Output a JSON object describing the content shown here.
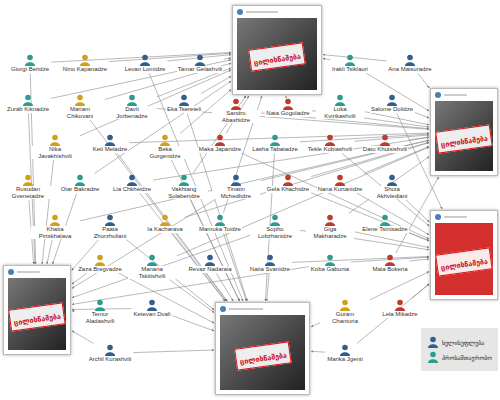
{
  "diagram": {
    "nodes": [
      {
        "text": [
          "ცილისწამება"
        ]
      },
      {
        "text": [
          "ცილისწამება"
        ]
      },
      {
        "text": [
          "ცილისწამება"
        ]
      },
      {
        "text": [
          "ცილისწამება"
        ]
      },
      {
        "text": [
          "ცილისწამება"
        ]
      },
      {
        "text": [
          "Giorgi Beridze"
        ]
      },
      {
        "text": [
          "Nino Kapanadze"
        ]
      },
      {
        "text": [
          "Levan Lomidze"
        ]
      },
      {
        "text": [
          "Tamar Gelashvili"
        ]
      },
      {
        "text": [
          "Irakli Tsiklauri"
        ]
      },
      {
        "text": [
          "Ana Maisuradze"
        ]
      },
      {
        "text": [
          "Zurab Kiknadze"
        ]
      },
      {
        "text": [
          "Mariam Chikovani"
        ]
      },
      {
        "text": [
          "Davit Jorbenadze"
        ]
      },
      {
        "text": [
          "Eka Tsereteli"
        ]
      },
      {
        "text": [
          "Sandro Abashidze"
        ]
      },
      {
        "text": [
          "Nata Gogoladze"
        ]
      },
      {
        "text": [
          "Luka Kvirikashvili"
        ]
      },
      {
        "text": [
          "Salome Dolidze"
        ]
      },
      {
        "text": [
          "Nika Javakhishvili"
        ]
      },
      {
        "text": [
          "Keti Meladze"
        ]
      },
      {
        "text": [
          "Beka Gurgenidze"
        ]
      },
      {
        "text": [
          "Maka Japaridze"
        ]
      },
      {
        "text": [
          "Lasha Tabatadze"
        ]
      },
      {
        "text": [
          "Tekle Kobiashvili"
        ]
      },
      {
        "text": [
          "Dato Khutsishvili"
        ]
      },
      {
        "text": [
          "Rusudan Gvenetadze"
        ]
      },
      {
        "text": [
          "Otar Bakradze"
        ]
      },
      {
        "text": [
          "Lia Chkheidze"
        ]
      },
      {
        "text": [
          "Vakhtang Sulaberidze"
        ]
      },
      {
        "text": [
          "Tinatin Mchedlidze"
        ]
      },
      {
        "text": [
          "Gela Khachidze"
        ]
      },
      {
        "text": [
          "Nana Kurtanidze"
        ]
      },
      {
        "text": [
          "Shota Akhvlediani"
        ]
      },
      {
        "text": [
          "Khatia Pirtskhalava"
        ]
      },
      {
        "text": [
          "Paata Zhorzholiani"
        ]
      },
      {
        "text": [
          "Ia Kacharava"
        ]
      },
      {
        "text": [
          "Mamuka Toidze"
        ]
      },
      {
        "text": [
          "Sopho Lobzhanidze"
        ]
      },
      {
        "text": [
          "Giga Makharadze"
        ]
      },
      {
        "text": [
          "Elene Tsintsadze"
        ]
      },
      {
        "text": [
          "Zaza Bregvadze"
        ]
      },
      {
        "text": [
          "Manana Tskitishvili"
        ]
      },
      {
        "text": [
          "Revaz Nadaraia"
        ]
      },
      {
        "text": [
          "Natia Svanidze"
        ]
      },
      {
        "text": [
          "Koba Gabunia"
        ]
      },
      {
        "text": [
          "Maia Bokeria"
        ]
      },
      {
        "text": [
          "Temur Aladashvili"
        ]
      },
      {
        "text": [
          "Ketevan Dvali"
        ]
      },
      {
        "text": [
          "Guram Chanturia"
        ]
      },
      {
        "text": [
          "Lela Mikadze"
        ]
      },
      {
        "text": [
          "Archil Kurashvili"
        ]
      },
      {
        "text": [
          "Marika Jgenti"
        ]
      }
    ],
    "edges": [
      {
        "from": 5,
        "to": 0,
        "arrow": "to"
      },
      {
        "from": 5,
        "to": 3,
        "arrow": "to"
      },
      {
        "from": 6,
        "to": 0,
        "arrow": "to"
      },
      {
        "from": 7,
        "to": 0,
        "arrow": "to"
      },
      {
        "from": 7,
        "to": 4,
        "arrow": "to"
      },
      {
        "from": 8,
        "to": 0,
        "arrow": "to"
      },
      {
        "from": 9,
        "to": 0,
        "arrow": "to"
      },
      {
        "from": 9,
        "to": 1,
        "arrow": "to"
      },
      {
        "from": 10,
        "to": 1,
        "arrow": "to"
      },
      {
        "from": 10,
        "to": 0,
        "arrow": "to"
      },
      {
        "from": 11,
        "to": 0,
        "arrow": "to"
      },
      {
        "from": 11,
        "to": 3,
        "arrow": "to"
      },
      {
        "from": 12,
        "to": 0,
        "arrow": "to"
      },
      {
        "from": 12,
        "to": 4,
        "arrow": "to"
      },
      {
        "from": 13,
        "to": 0,
        "arrow": "to"
      },
      {
        "from": 13,
        "to": 1,
        "arrow": "to"
      },
      {
        "from": 14,
        "to": 0,
        "arrow": "to"
      },
      {
        "from": 14,
        "to": 4,
        "arrow": "to"
      },
      {
        "from": 15,
        "to": 0,
        "arrow": "to"
      },
      {
        "from": 15,
        "to": 1,
        "arrow": "to"
      },
      {
        "from": 16,
        "to": 1,
        "arrow": "to"
      },
      {
        "from": 16,
        "to": 0,
        "arrow": "to"
      },
      {
        "from": 17,
        "to": 1,
        "arrow": "to"
      },
      {
        "from": 18,
        "to": 1,
        "arrow": "to"
      },
      {
        "from": 18,
        "to": 2,
        "arrow": "to"
      },
      {
        "from": 19,
        "to": 3,
        "arrow": "to"
      },
      {
        "from": 19,
        "to": 0,
        "arrow": "to"
      },
      {
        "from": 20,
        "to": 1,
        "arrow": "to"
      },
      {
        "from": 20,
        "to": 4,
        "arrow": "to"
      },
      {
        "from": 21,
        "to": 0,
        "arrow": "to"
      },
      {
        "from": 21,
        "to": 4,
        "arrow": "to"
      },
      {
        "from": 22,
        "to": 0,
        "arrow": "to"
      },
      {
        "from": 22,
        "to": 2,
        "arrow": "to"
      },
      {
        "from": 23,
        "to": 1,
        "arrow": "to"
      },
      {
        "from": 23,
        "to": 4,
        "arrow": "to"
      },
      {
        "from": 24,
        "to": 1,
        "arrow": "to"
      },
      {
        "from": 24,
        "to": 2,
        "arrow": "to"
      },
      {
        "from": 25,
        "to": 1,
        "arrow": "to"
      },
      {
        "from": 26,
        "to": 3,
        "arrow": "to"
      },
      {
        "from": 27,
        "to": 3,
        "arrow": "to"
      },
      {
        "from": 27,
        "to": 0,
        "arrow": "to"
      },
      {
        "from": 28,
        "to": 4,
        "arrow": "to"
      },
      {
        "from": 28,
        "to": 1,
        "arrow": "to"
      },
      {
        "from": 29,
        "to": 0,
        "arrow": "to"
      },
      {
        "from": 29,
        "to": 4,
        "arrow": "to"
      },
      {
        "from": 30,
        "to": 1,
        "arrow": "to"
      },
      {
        "from": 30,
        "to": 3,
        "arrow": "to"
      },
      {
        "from": 31,
        "to": 1,
        "arrow": "to"
      },
      {
        "from": 31,
        "to": 2,
        "arrow": "to"
      },
      {
        "from": 32,
        "to": 1,
        "arrow": "to"
      },
      {
        "from": 32,
        "to": 2,
        "arrow": "to"
      },
      {
        "from": 33,
        "to": 2,
        "arrow": "to"
      },
      {
        "from": 34,
        "to": 3,
        "arrow": "to"
      },
      {
        "from": 34,
        "to": 1,
        "arrow": "to"
      },
      {
        "from": 35,
        "to": 3,
        "arrow": "to"
      },
      {
        "from": 35,
        "to": 4,
        "arrow": "to"
      },
      {
        "from": 36,
        "to": 4,
        "arrow": "to"
      },
      {
        "from": 36,
        "to": 1,
        "arrow": "to"
      },
      {
        "from": 37,
        "to": 4,
        "arrow": "to"
      },
      {
        "from": 37,
        "to": 0,
        "arrow": "to"
      },
      {
        "from": 38,
        "to": 2,
        "arrow": "to"
      },
      {
        "from": 38,
        "to": 3,
        "arrow": "to"
      },
      {
        "from": 39,
        "to": 2,
        "arrow": "to"
      },
      {
        "from": 39,
        "to": 1,
        "arrow": "to"
      },
      {
        "from": 40,
        "to": 2,
        "arrow": "to"
      },
      {
        "from": 41,
        "to": 3,
        "arrow": "to"
      },
      {
        "from": 41,
        "to": 4,
        "arrow": "to"
      },
      {
        "from": 42,
        "to": 4,
        "arrow": "to"
      },
      {
        "from": 42,
        "to": 1,
        "arrow": "to"
      },
      {
        "from": 43,
        "to": 4,
        "arrow": "to"
      },
      {
        "from": 44,
        "to": 4,
        "arrow": "to"
      },
      {
        "from": 44,
        "to": 2,
        "arrow": "to"
      },
      {
        "from": 45,
        "to": 2,
        "arrow": "to"
      },
      {
        "from": 45,
        "to": 3,
        "arrow": "to"
      },
      {
        "from": 46,
        "to": 2,
        "arrow": "to"
      },
      {
        "from": 46,
        "to": 1,
        "arrow": "to"
      },
      {
        "from": 47,
        "to": 3,
        "arrow": "to"
      },
      {
        "from": 48,
        "to": 4,
        "arrow": "to"
      },
      {
        "from": 48,
        "to": 3,
        "arrow": "to"
      },
      {
        "from": 49,
        "to": 4,
        "arrow": "to"
      },
      {
        "from": 49,
        "to": 2,
        "arrow": "to"
      },
      {
        "from": 50,
        "to": 2,
        "arrow": "to"
      },
      {
        "from": 51,
        "to": 3,
        "arrow": "to"
      },
      {
        "from": 51,
        "to": 4,
        "arrow": "to"
      },
      {
        "from": 52,
        "to": 4,
        "arrow": "to"
      },
      {
        "from": 52,
        "to": 2,
        "arrow": "to"
      }
    ],
    "legend": [
      {
        "text": "ხელისუფლება",
        "color": "#2f5f8f"
      },
      {
        "text": "პროსამთავრობო",
        "color": "#2a9d8f"
      }
    ]
  }
}
